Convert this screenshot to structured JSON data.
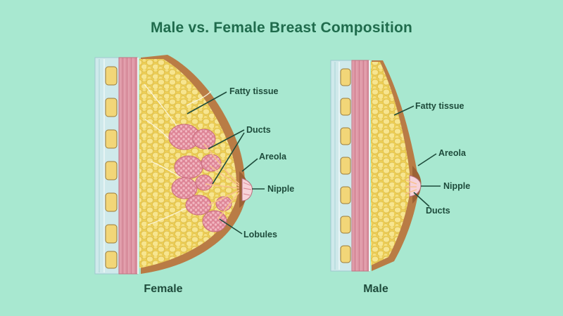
{
  "title": "Male vs. Female Breast Composition",
  "female": {
    "caption": "Female",
    "labels": {
      "fatty_tissue": "Fatty tissue",
      "ducts": "Ducts",
      "areola": "Areola",
      "nipple": "Nipple",
      "lobules": "Lobules"
    }
  },
  "male": {
    "caption": "Male",
    "labels": {
      "fatty_tissue": "Fatty tissue",
      "areola": "Areola",
      "nipple": "Nipple",
      "ducts": "Ducts"
    }
  },
  "colors": {
    "background": "#a8e8d0",
    "title": "#1f6b4c",
    "fat": "#f4dc6e",
    "fat_cell": "#f8ea9c",
    "skin": "#b97c45",
    "lobule": "#e79aa6",
    "muscle": "#d98e9e",
    "chest_wall": "#c6e4e6",
    "label": "#1e4b3b"
  }
}
